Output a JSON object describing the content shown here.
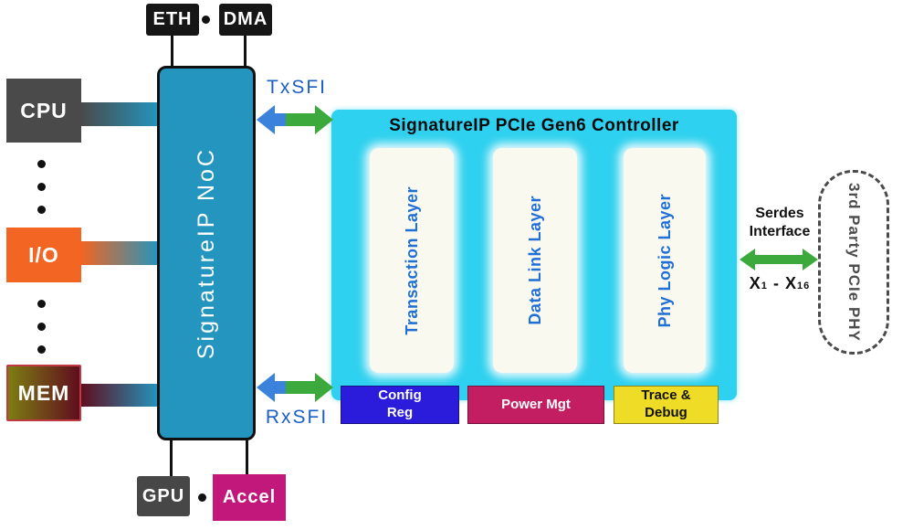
{
  "top_ports": {
    "eth": "ETH",
    "dma": "DMA"
  },
  "left_blocks": {
    "cpu": "CPU",
    "io": "I/O",
    "mem": "MEM"
  },
  "noc_label": "SignatureIP NoC",
  "sfi": {
    "tx": "TxSFI",
    "rx": "RxSFI"
  },
  "controller": {
    "title": "SignatureIP PCIe Gen6 Controller",
    "layers": {
      "transaction": "Transaction Layer",
      "datalink": "Data Link Layer",
      "phylogic": "Phy Logic Layer"
    },
    "config_reg": "Config Reg",
    "power_mgt": "Power Mgt",
    "trace_debug": "Trace & Debug"
  },
  "serdes": {
    "label": "Serdes Interface",
    "x_prefix_min": "X",
    "lane_min": "1",
    "separator": "-",
    "x_prefix_max": "X",
    "lane_max": "16"
  },
  "phy_label": "3rd Party PCIe PHY",
  "bottom_ports": {
    "gpu": "GPU",
    "accel": "Accel"
  },
  "colors": {
    "noc_teal": "#2395be",
    "controller_cyan": "#2ed1ef",
    "blue_arrow": "#3b82dd",
    "green_arrow": "#3ba93c",
    "sfi_text": "#1a5fc4",
    "layer_text": "#1f6fd6",
    "config_blue": "#2b1bdb",
    "power_crimson": "#c41e63",
    "trace_yellow": "#efdc26",
    "accel_magenta": "#c2187c",
    "io_orange": "#f26522",
    "block_gray": "#4a4a4a",
    "mem_olive": "#7d7d12",
    "mem_maroon": "#5f0d1d"
  }
}
